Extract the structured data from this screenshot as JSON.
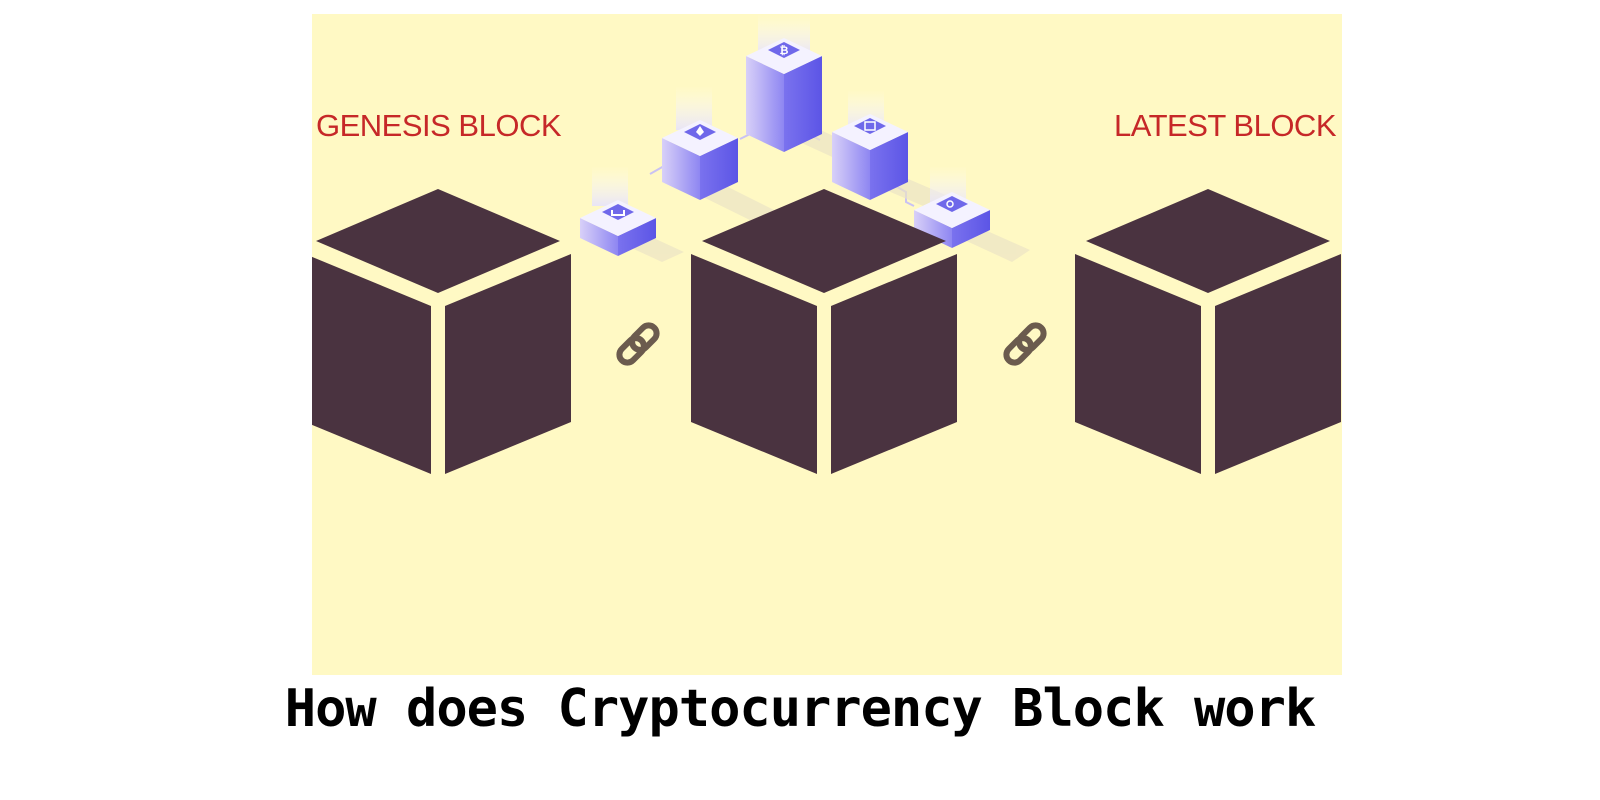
{
  "diagram": {
    "genesis_label": "GENESIS BLOCK",
    "latest_label": "LATEST BLOCK",
    "label_color": "#c62828",
    "background_color": "#fff9c4",
    "block_color": "#4a3340",
    "chain_color": "#6b5b4e",
    "node_color": "#7b7bf0",
    "blocks": [
      "genesis-block",
      "middle-block",
      "latest-block"
    ],
    "links": [
      "chain-link-icon",
      "chain-link-icon"
    ],
    "network_nodes": [
      "coin-icon",
      "ethereum-icon",
      "bitcoin-icon",
      "binance-icon",
      "token-icon"
    ]
  },
  "caption": "How does Cryptocurrency Block work"
}
